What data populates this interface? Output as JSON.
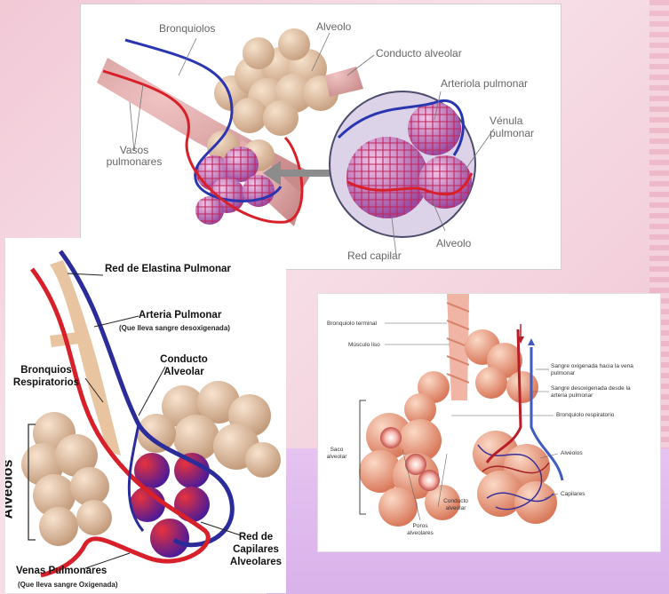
{
  "panel1": {
    "labels": {
      "bronquiolos": "Bronquiolos",
      "alveolo": "Alveolo",
      "conducto_alveolar": "Conducto alveolar",
      "arteriola_pulmonar": "Arteriola pulmonar",
      "venula_pulmonar": "Vénula pulmonar",
      "vasos_pulmonares": "Vasos pulmonares",
      "red_capilar": "Red capilar",
      "alveolo_2": "Alveolo"
    }
  },
  "panel2": {
    "labels": {
      "red_elastina": "Red de Elastina Pulmonar",
      "arteria_pulmonar": "Arteria Pulmonar",
      "arteria_sub": "(Que lleva sangre desoxigenada)",
      "bronquios_resp": "Bronquios Respiratorios",
      "conducto_alveolar": "Conducto Alveolar",
      "alveolos": "Alvéolos",
      "red_capilares": "Red de Capilares Alveolares",
      "venas_pulmonares": "Venas Pulmonares",
      "venas_sub": "(Que lleva sangre Oxigenada)"
    }
  },
  "panel3": {
    "labels": {
      "bronquiolo_terminal": "Bronquiolo terminal",
      "musculo_liso": "Músculo liso",
      "sangre_oxigenada": "Sangre oxigenada hacia la vena pulmonar",
      "sangre_desoxigenada": "Sangre desoxigenada desde la arteria pulmonar",
      "bronquiolo_respiratorio": "Bronquiolo respiratorio",
      "saco_alveolar": "Saco alveolar",
      "alveolos": "Alvéolos",
      "capilares": "Capilares",
      "conducto_alveolar": "Conducto alveolar",
      "poros_alveolares": "Poros alveolares"
    }
  },
  "colors": {
    "artery_red": "#d8202a",
    "vein_blue": "#2a2f9c",
    "alveolus_tan": "#e9c9a8",
    "capillary_purple": "#8a2c8a"
  }
}
